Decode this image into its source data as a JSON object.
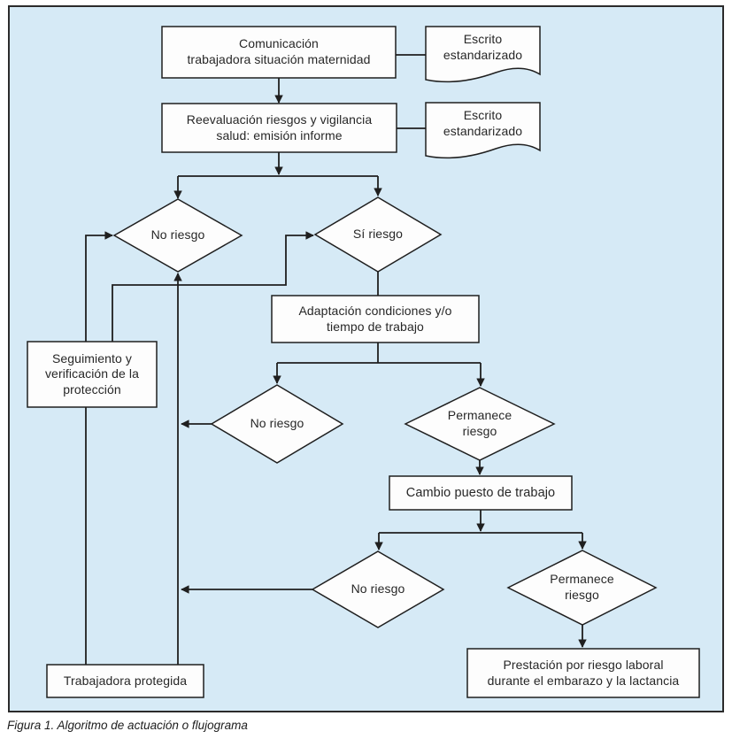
{
  "figure": {
    "caption": "Figura 1. Algoritmo de actuación o flujograma",
    "background_color": "#d6eaf6",
    "frame_border_color": "#2b2b2b",
    "line_color": "#1f1f1f",
    "node_fill": "#fdfdfd",
    "text_color": "#272727"
  },
  "nodes": {
    "comunicacion": {
      "type": "process",
      "label": "Comunicación\ntrabajadora situación maternidad"
    },
    "escrito1": {
      "type": "document",
      "label": "Escrito\nestandarizado"
    },
    "reevaluacion": {
      "type": "process",
      "label": "Reevaluación riesgos y vigilancia\nsalud: emisión informe"
    },
    "escrito2": {
      "type": "document",
      "label": "Escrito\nestandarizado"
    },
    "no_riesgo_1": {
      "type": "decision",
      "label": "No riesgo"
    },
    "si_riesgo": {
      "type": "decision",
      "label": "Sí riesgo"
    },
    "adaptacion": {
      "type": "process",
      "label": "Adaptación condiciones y/o\ntiempo de trabajo"
    },
    "seguimiento": {
      "type": "process",
      "label": "Seguimiento y\nverificación de la\nprotección"
    },
    "no_riesgo_2": {
      "type": "decision",
      "label": "No riesgo"
    },
    "permanece_riesgo_1": {
      "type": "decision",
      "label": "Permanece\nriesgo"
    },
    "cambio_puesto": {
      "type": "process",
      "label": "Cambio puesto de trabajo"
    },
    "no_riesgo_3": {
      "type": "decision",
      "label": "No riesgo"
    },
    "permanece_riesgo_2": {
      "type": "decision",
      "label": "Permanece\nriesgo"
    },
    "prestacion": {
      "type": "process",
      "label": "Prestación por riesgo laboral\ndurante el embarazo y la lactancia"
    },
    "trabajadora_protegida": {
      "type": "process",
      "label": "Trabajadora protegida"
    }
  },
  "edges": [
    {
      "from": "comunicacion",
      "to": "escrito1",
      "arrow": false
    },
    {
      "from": "comunicacion",
      "to": "reevaluacion",
      "arrow": true
    },
    {
      "from": "reevaluacion",
      "to": "escrito2",
      "arrow": false
    },
    {
      "from": "reevaluacion",
      "to": "no_riesgo_1",
      "arrow": true
    },
    {
      "from": "reevaluacion",
      "to": "si_riesgo",
      "arrow": true
    },
    {
      "from": "si_riesgo",
      "to": "adaptacion",
      "arrow": false
    },
    {
      "from": "adaptacion",
      "to": "no_riesgo_2",
      "arrow": true
    },
    {
      "from": "adaptacion",
      "to": "permanece_riesgo_1",
      "arrow": true
    },
    {
      "from": "seguimiento",
      "to": "no_riesgo_1",
      "arrow": true
    },
    {
      "from": "seguimiento",
      "to": "si_riesgo",
      "arrow": true
    },
    {
      "from": "no_riesgo_2",
      "to": "trabajadora_protegida",
      "arrow": true
    },
    {
      "from": "no_riesgo_3",
      "to": "trabajadora_protegida",
      "arrow": true
    },
    {
      "from": "permanece_riesgo_1",
      "to": "cambio_puesto",
      "arrow": true
    },
    {
      "from": "cambio_puesto",
      "to": "no_riesgo_3",
      "arrow": true
    },
    {
      "from": "cambio_puesto",
      "to": "permanece_riesgo_2",
      "arrow": true
    },
    {
      "from": "permanece_riesgo_2",
      "to": "prestacion",
      "arrow": true
    },
    {
      "from": "trabajadora_protegida",
      "to": "seguimiento",
      "arrow": false
    }
  ]
}
